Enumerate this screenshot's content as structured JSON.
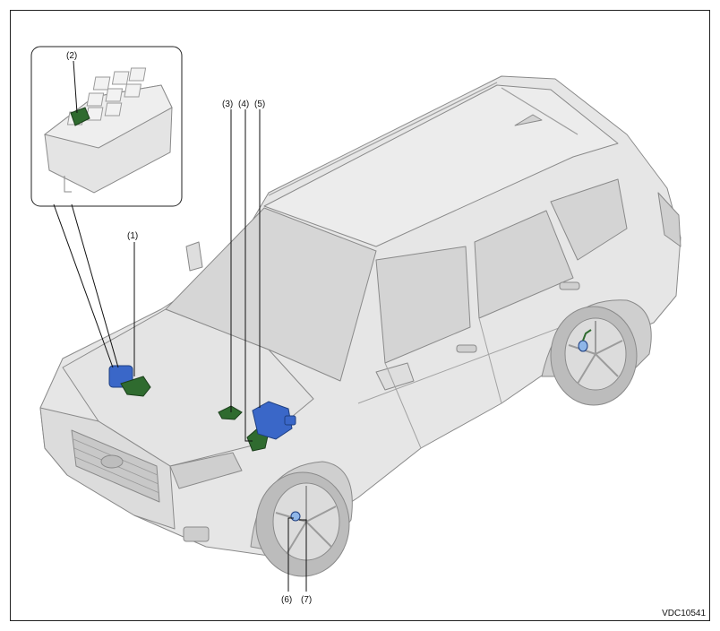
{
  "callouts": {
    "c1": "(1)",
    "c2": "(2)",
    "c3": "(3)",
    "c4": "(4)",
    "c5": "(5)",
    "c6": "(6)",
    "c7": "(7)"
  },
  "figure_code": "VDC10541",
  "colors": {
    "body": "#e8e8e8",
    "body_shadow": "#bdbdbd",
    "outline": "#8a8a8a",
    "highlight_blue": "#3a67c8",
    "highlight_green": "#2f6b2f",
    "window": "#d9d9d9",
    "tire": "#b5b5b5"
  }
}
